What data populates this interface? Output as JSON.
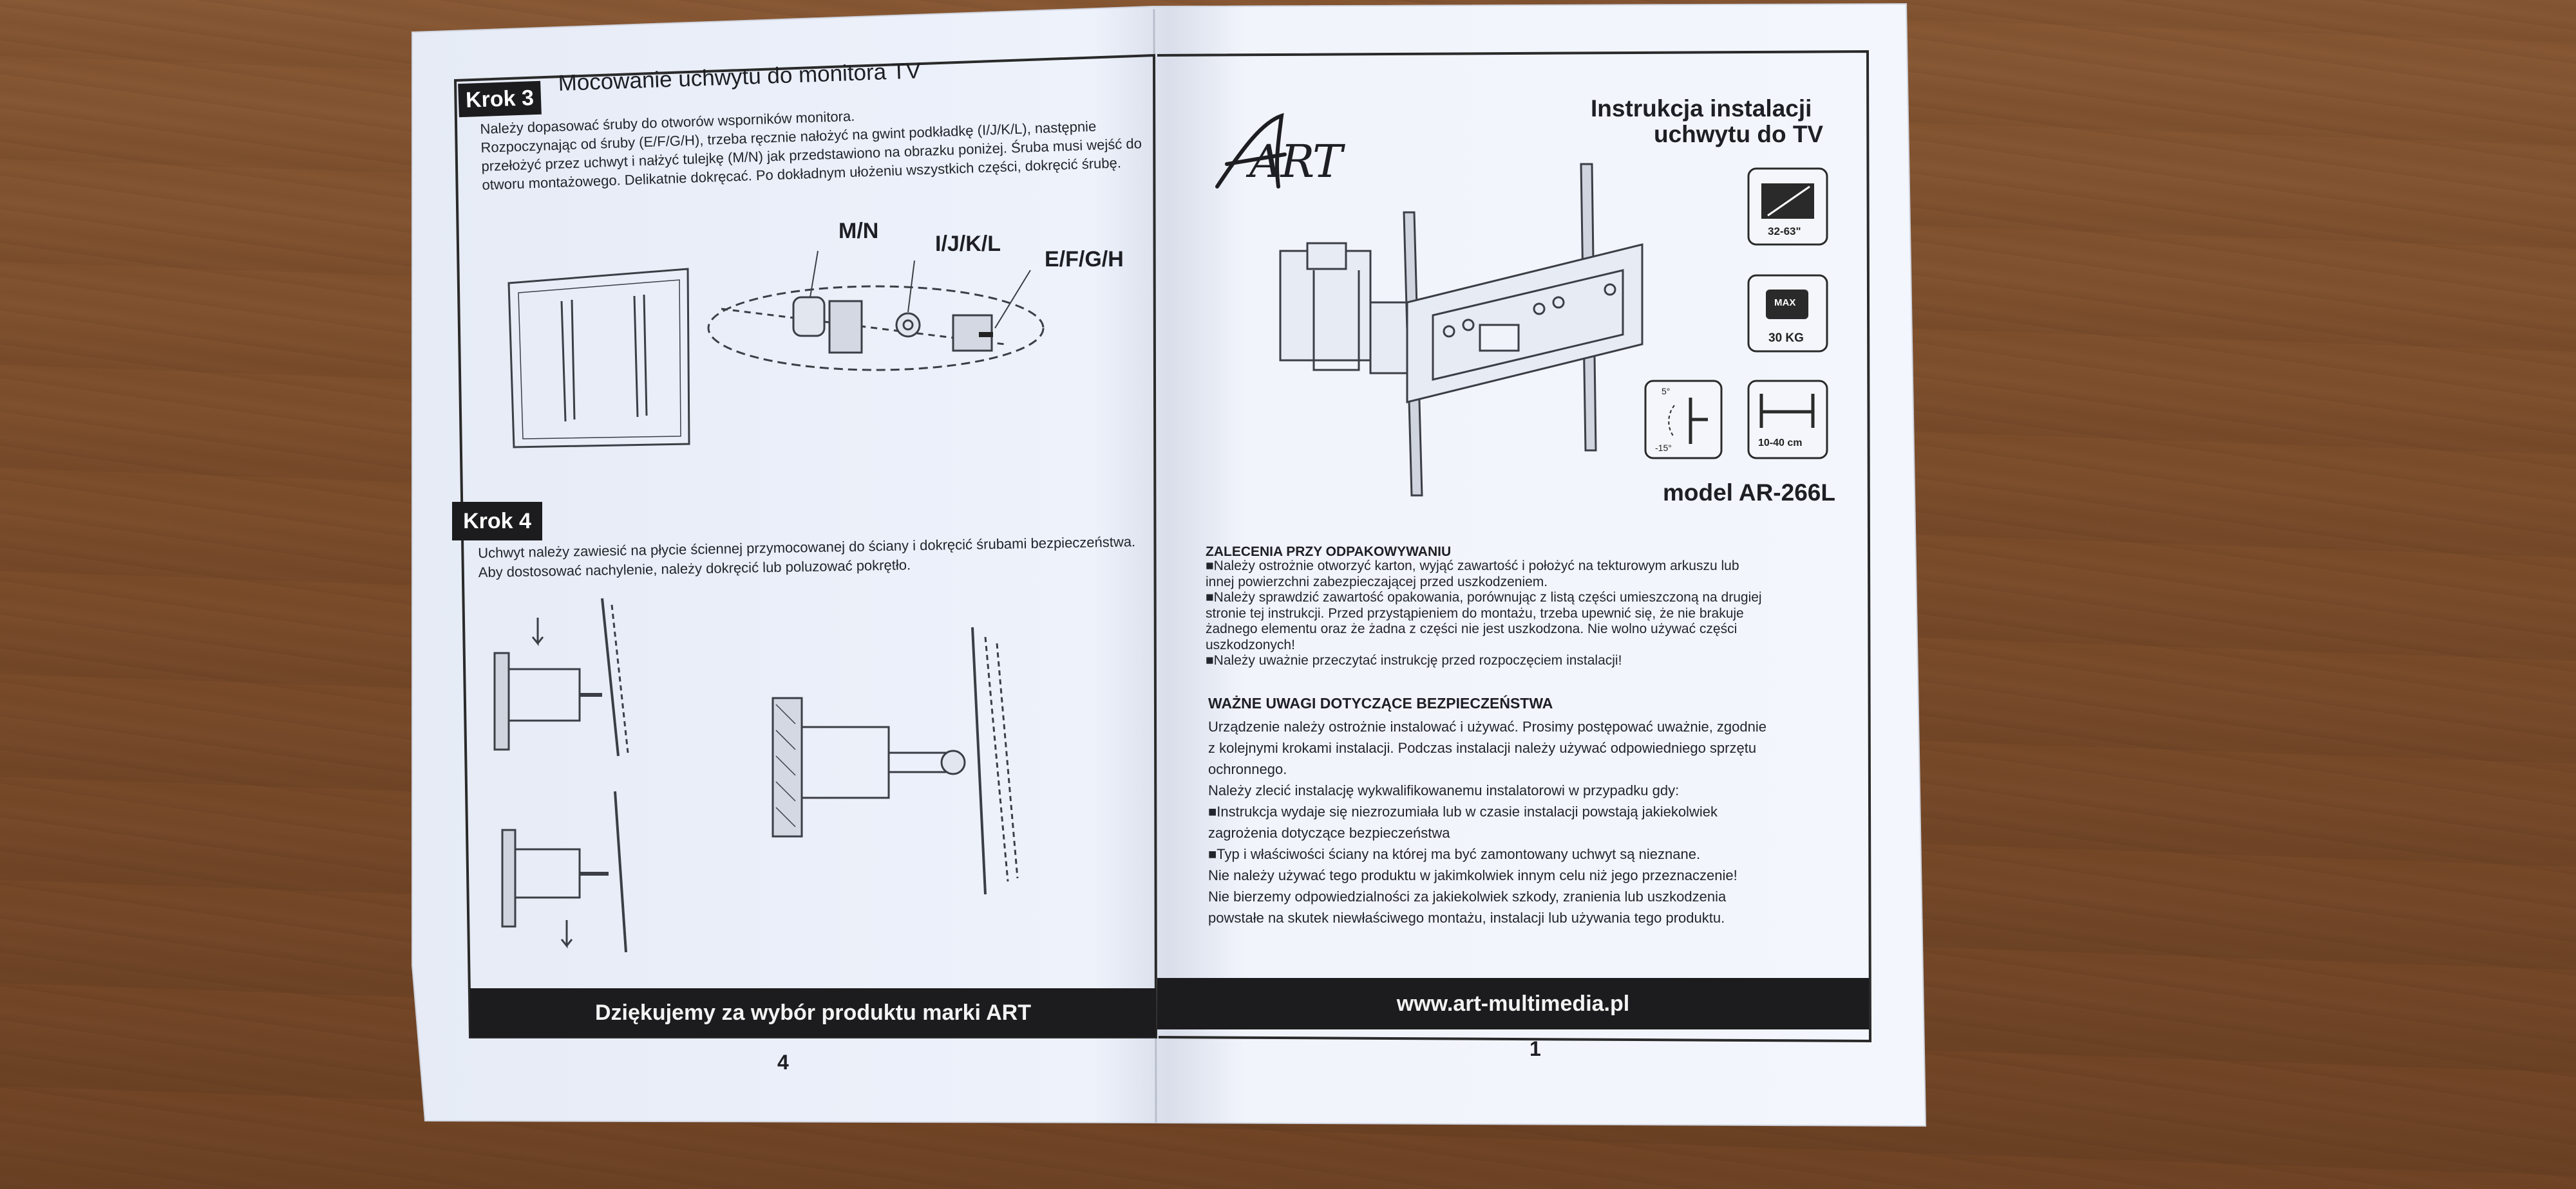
{
  "left_page": {
    "step3": {
      "label": "Krok 3",
      "title": "Mocowanie uchwytu do monitora TV",
      "lines": [
        "Należy dopasować śruby do otworów wsporników monitora.",
        "Rozpoczynając od śruby (E/F/G/H), trzeba ręcznie nałożyć na gwint podkładkę (I/J/K/L), następnie",
        "przełożyć przez uchwyt i nałżyć tulejkę (M/N) jak przedstawiono na obrazku poniżej. Śruba musi wejść do",
        "otworu montażowego. Delikatnie dokręcać. Po dokładnym ułożeniu wszystkich części, dokręcić śrubę."
      ],
      "parts": {
        "sleeve": "M/N",
        "washer": "I/J/K/L",
        "screw": "E/F/G/H"
      }
    },
    "step4": {
      "label": "Krok 4",
      "lines": [
        "Uchwyt należy zawiesić na płycie ściennej przymocowanej do ściany i dokręcić śrubami bezpieczeństwa.",
        "Aby dostosować nachylenie, należy dokręcić lub poluzować pokrętło."
      ]
    },
    "footer": "Dziękujemy za wybór produktu marki ART",
    "page_number": "4"
  },
  "right_page": {
    "logo": "ART",
    "title_line1": "Instrukcja instalacji",
    "title_line2": "uchwytu do TV",
    "specs": {
      "screen_size": "32-63\"",
      "max_badge": "MAX",
      "max_load": "30 KG",
      "tilt_up": "5°",
      "tilt_down": "-15°",
      "distance": "10-40 cm"
    },
    "model": "model AR-266L",
    "unpacking_heading": "ZALECENIA PRZY ODPAKOWYWANIU",
    "unpacking_lines": [
      "■Należy ostrożnie otworzyć karton, wyjąć zawartość i położyć na tekturowym arkuszu lub",
      "innej powierzchni zabezpieczającej przed uszkodzeniem.",
      "■Należy sprawdzić zawartość opakowania, porównując z listą części umieszczoną na drugiej",
      "stronie tej instrukcji. Przed przystąpieniem do montażu, trzeba upewnić się, że nie brakuje",
      "żadnego elementu oraz że żadna z części nie jest uszkodzona. Nie wolno używać części",
      "uszkodzonych!",
      "■Należy uważnie przeczytać instrukcję przed rozpoczęciem instalacji!"
    ],
    "safety_heading": "WAŻNE UWAGI DOTYCZĄCE BEZPIECZEŃSTWA",
    "safety_lines": [
      "Urządzenie należy ostrożnie instalować i używać. Prosimy postępować uważnie, zgodnie",
      "z kolejnymi krokami instalacji. Podczas instalacji należy używać odpowiedniego sprzętu",
      "ochronnego.",
      "Należy zlecić instalację wykwalifikowanemu instalatorowi w przypadku gdy:",
      "■Instrukcja wydaje się niezrozumiała lub w czasie instalacji powstają jakiekolwiek",
      "zagrożenia dotyczące bezpieczeństwa",
      "■Typ i właściwości ściany na której ma być zamontowany uchwyt są nieznane.",
      "Nie należy używać tego produktu w jakimkolwiek innym celu niż jego przeznaczenie!",
      "Nie bierzemy odpowiedzialności za jakiekolwiek szkody, zranienia lub uszkodzenia",
      "powstałe na skutek niewłaściwego montażu, instalacji lub używania tego produktu."
    ],
    "footer": "www.art-multimedia.pl",
    "page_number": "1"
  }
}
